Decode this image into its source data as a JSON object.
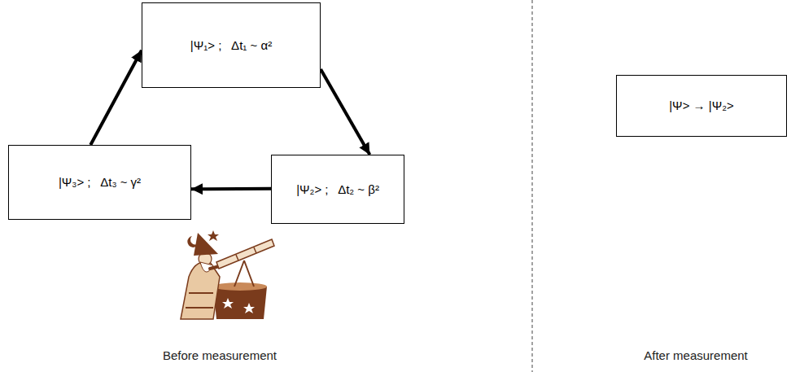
{
  "diagram": {
    "nodes": [
      {
        "text": [
          "|Ψ₁> ;   Δt₁ ~ α²"
        ]
      },
      {
        "text": [
          "|Ψ₂> ;   Δt₂ ~ β²"
        ]
      },
      {
        "text": [
          "|Ψ₃> ;   Δt₃ ~ γ²"
        ]
      },
      {
        "text": [
          "|Ψ> → |Ψ₂>"
        ]
      }
    ],
    "edges": [
      {
        "from": 0,
        "to": 1,
        "arrow": "to"
      },
      {
        "from": 1,
        "to": 2,
        "arrow": "to"
      },
      {
        "from": 2,
        "to": 0,
        "arrow": "to"
      }
    ],
    "labels": [
      "Before measurement",
      "After measurement"
    ]
  }
}
